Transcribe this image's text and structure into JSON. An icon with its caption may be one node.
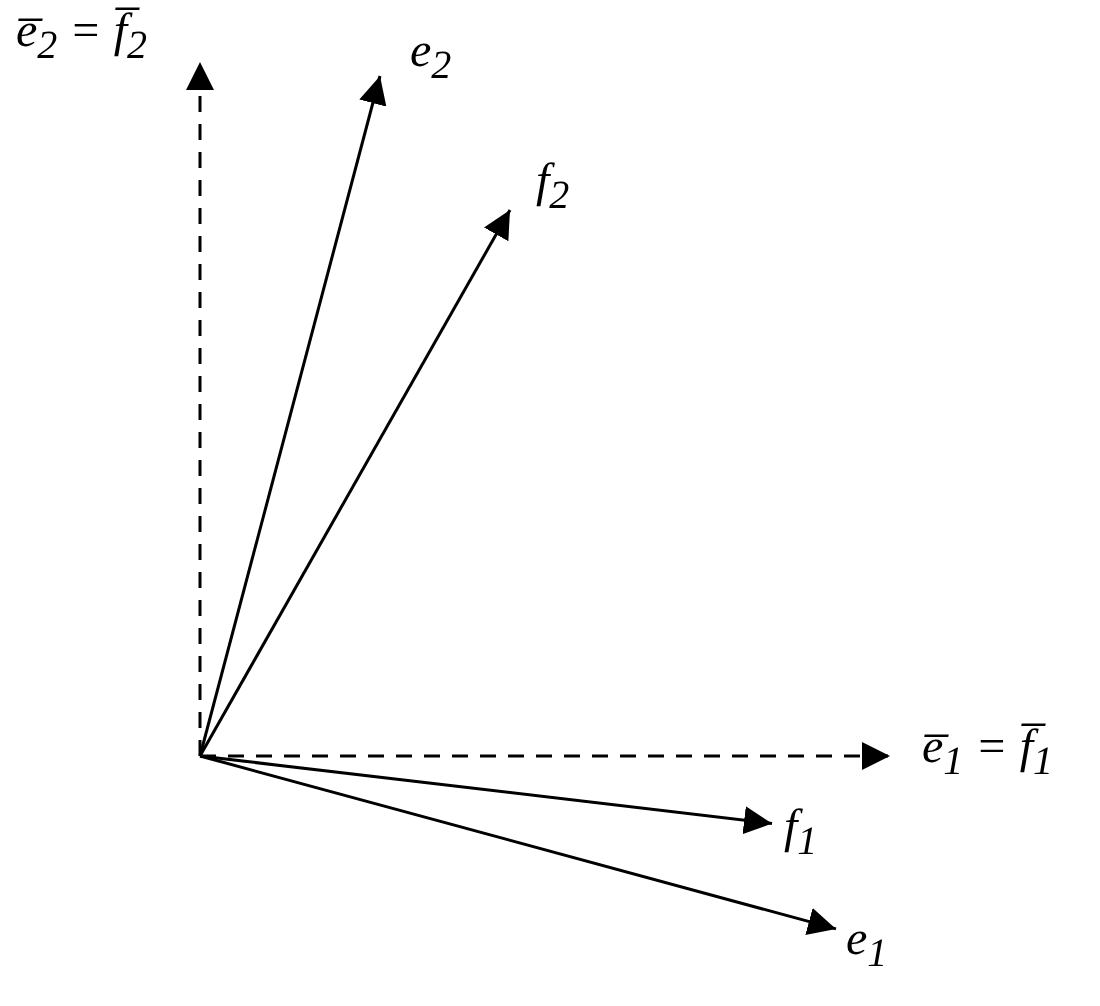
{
  "diagram": {
    "nodes": [
      {
        "text": [
          "e̅$_{2}$ = f̅$_{2}$"
        ]
      },
      {
        "text": [
          "e$_{2}$"
        ]
      },
      {
        "text": [
          "f$_{2}$"
        ]
      },
      {
        "text": [
          "e̅$_{1}$ = f̅$_{1}$"
        ]
      },
      {
        "text": [
          "f$_{1}$"
        ]
      },
      {
        "text": [
          "e$_{1}$"
        ]
      }
    ],
    "edges": [
      {
        "from": null,
        "to": 0,
        "arrow": "to",
        "style": "dashed"
      },
      {
        "from": null,
        "to": 1,
        "arrow": "to"
      },
      {
        "from": null,
        "to": 2,
        "arrow": "to"
      },
      {
        "from": null,
        "to": 3,
        "arrow": "to",
        "style": "dashed"
      },
      {
        "from": null,
        "to": 4,
        "arrow": "to"
      },
      {
        "from": null,
        "to": 5,
        "arrow": "to"
      }
    ]
  }
}
